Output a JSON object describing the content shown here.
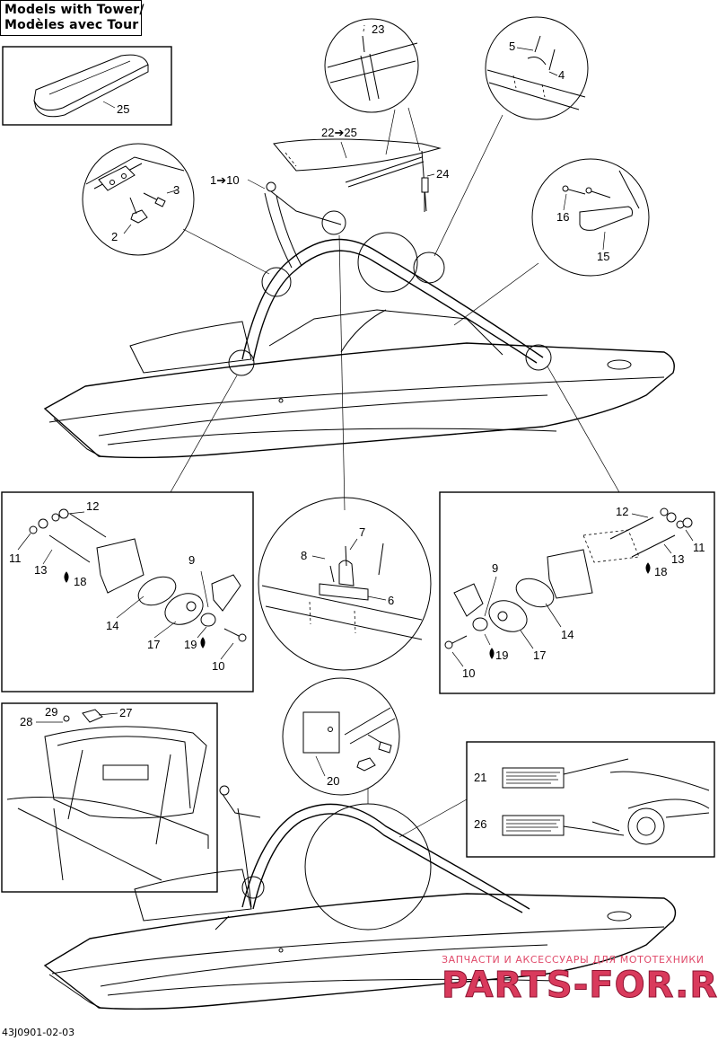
{
  "title": {
    "line1": "Models with Tower/",
    "line2": "Modèles avec Tour"
  },
  "reference_code": "43J0901-02-03",
  "callouts": {
    "c25_top": "25",
    "c22_25": "22➔25",
    "c23": "23",
    "c24": "24",
    "c5": "5",
    "c4": "4",
    "c1_10": "1➔10",
    "c3": "3",
    "c2": "2",
    "c16": "16",
    "c15": "15",
    "left_panel": {
      "c12": "12",
      "c11": "11",
      "c13": "13",
      "c18": "18",
      "c9": "9",
      "c14": "14",
      "c17": "17",
      "c19": "19",
      "c10": "10"
    },
    "center_detail": {
      "c7": "7",
      "c8": "8",
      "c6": "6"
    },
    "right_panel": {
      "c12": "12",
      "c11": "11",
      "c13": "13",
      "c18": "18",
      "c9": "9",
      "c14": "14",
      "c17": "17",
      "c19": "19",
      "c10": "10"
    },
    "bottom_left": {
      "c29": "29",
      "c27": "27",
      "c28": "28"
    },
    "c20": "20",
    "labels_panel": {
      "c21": "21",
      "c26": "26"
    }
  },
  "watermark": {
    "top_line": "ЗАПЧАСТИ И АКСЕССУАРЫ ДЛЯ МОТОТЕХНИКИ",
    "main": "PARTS-FOR.RU"
  }
}
